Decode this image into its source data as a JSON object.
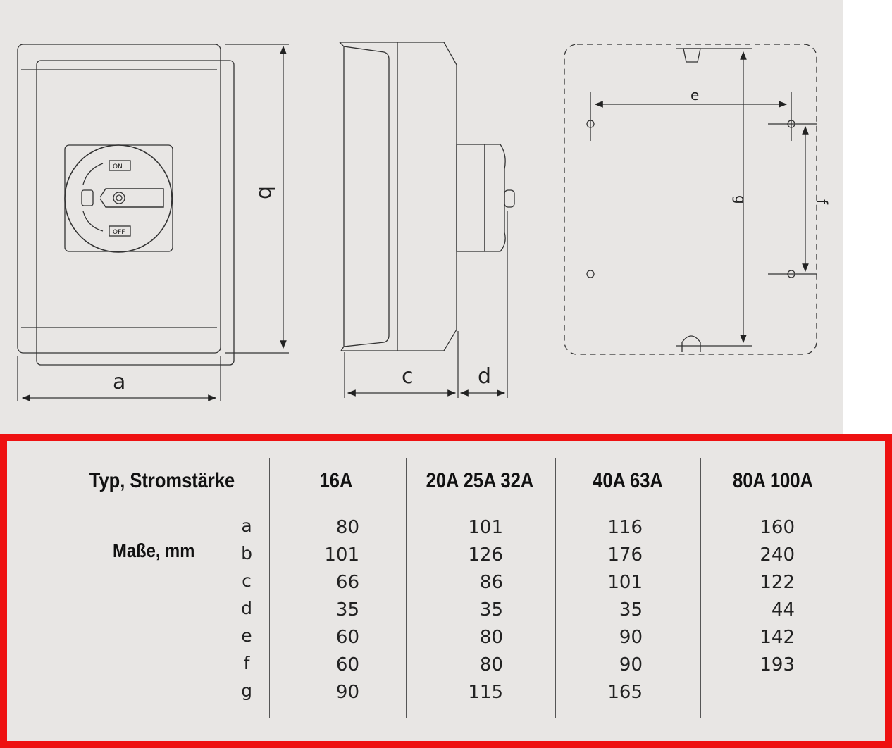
{
  "diagram": {
    "dimension_letters": {
      "a": "a",
      "b": "b",
      "c": "c",
      "d": "d",
      "e": "e",
      "f": "f",
      "g": "g"
    },
    "switch_labels": {
      "on": "ON",
      "off": "OFF"
    }
  },
  "table": {
    "header_type": "Typ, Stromstärke",
    "section_label": "Maße, mm",
    "columns": [
      "16A",
      "20A 25A 32A",
      "40A 63A",
      "80A 100A"
    ],
    "rows": [
      {
        "letter": "a",
        "values": [
          "80",
          "101",
          "116",
          "160"
        ]
      },
      {
        "letter": "b",
        "values": [
          "101",
          "126",
          "176",
          "240"
        ]
      },
      {
        "letter": "c",
        "values": [
          "66",
          "86",
          "101",
          "122"
        ]
      },
      {
        "letter": "d",
        "values": [
          "35",
          "35",
          "35",
          "44"
        ]
      },
      {
        "letter": "e",
        "values": [
          "60",
          "80",
          "90",
          "142"
        ]
      },
      {
        "letter": "f",
        "values": [
          "60",
          "80",
          "90",
          "193"
        ]
      },
      {
        "letter": "g",
        "values": [
          "90",
          "115",
          "165",
          ""
        ]
      }
    ]
  },
  "colors": {
    "frame_accent": "#ee1111",
    "background": "#e8e6e4",
    "line": "#222222"
  }
}
